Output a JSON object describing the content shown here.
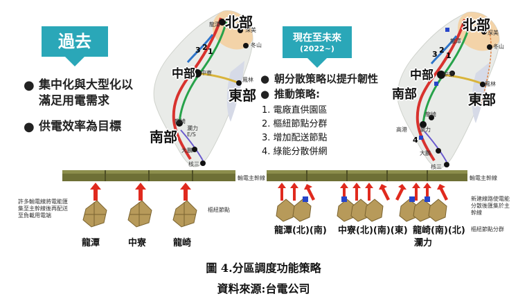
{
  "left": {
    "banner": "過去",
    "bullets": [
      "集中化與大型化以",
      "滿足用電需求",
      "供電效率為目標"
    ],
    "regions": {
      "north": "北部",
      "central": "中部",
      "east": "東部",
      "south": "南部"
    },
    "map_labels": [
      "龍潭",
      "深美",
      "冬山",
      "中寮",
      "鳳林",
      "瀾力",
      "E/S",
      "大鵬",
      "核三",
      "龍崎"
    ],
    "map_numbers": [
      "3",
      "2",
      "1"
    ],
    "trunk_label": "輸電主幹線",
    "node_label": "樞紐節點",
    "note": [
      "許多輸電線將電能匯",
      "集至主幹線後再配送",
      "至負載用電端"
    ],
    "nodes": [
      "龍潭",
      "中寮",
      "龍崎"
    ]
  },
  "right": {
    "banner_title": "現在至未來",
    "banner_sub": "(2022~)",
    "heading": "朝分散策略以提升韌性",
    "strategy_title": "推動策略:",
    "strategies": [
      "1. 電廠直供園區",
      "2. 樞紐節點分群",
      "3. 增加配送節點",
      "4. 綠能分散併網"
    ],
    "regions": {
      "north": "北部",
      "central": "中部",
      "east": "東部",
      "south": "南部"
    },
    "map_labels": [
      "龍潭",
      "深美",
      "冬山",
      "中寮",
      "鳳林",
      "瀾力",
      "龍崎",
      "大鵬",
      "核三",
      "高港"
    ],
    "map_numbers": [
      "3",
      "2",
      "1",
      "4"
    ],
    "trunk_label": "輸電主幹線",
    "note": [
      "新建線路使電能",
      "分散後匯集於主",
      "幹線"
    ],
    "node_label": "樞紐節點分群",
    "node_groups": [
      "龍潭(北)(南)",
      "中寮(北)(南)(東)",
      "龍崎(南)(北)",
      "瀾力"
    ]
  },
  "caption": {
    "title": "圖 4.分區調度功能策略",
    "source": "資料來源:台電公司"
  },
  "colors": {
    "banner": "#2aa7b8",
    "red_line": "#d8322e",
    "green_line": "#27a24a",
    "blue_line": "#2e74c9",
    "yellow_line": "#d9b43a",
    "trunk": "#6e7036",
    "arrow": "#e02a1e",
    "blue_node": "#2745c9"
  }
}
